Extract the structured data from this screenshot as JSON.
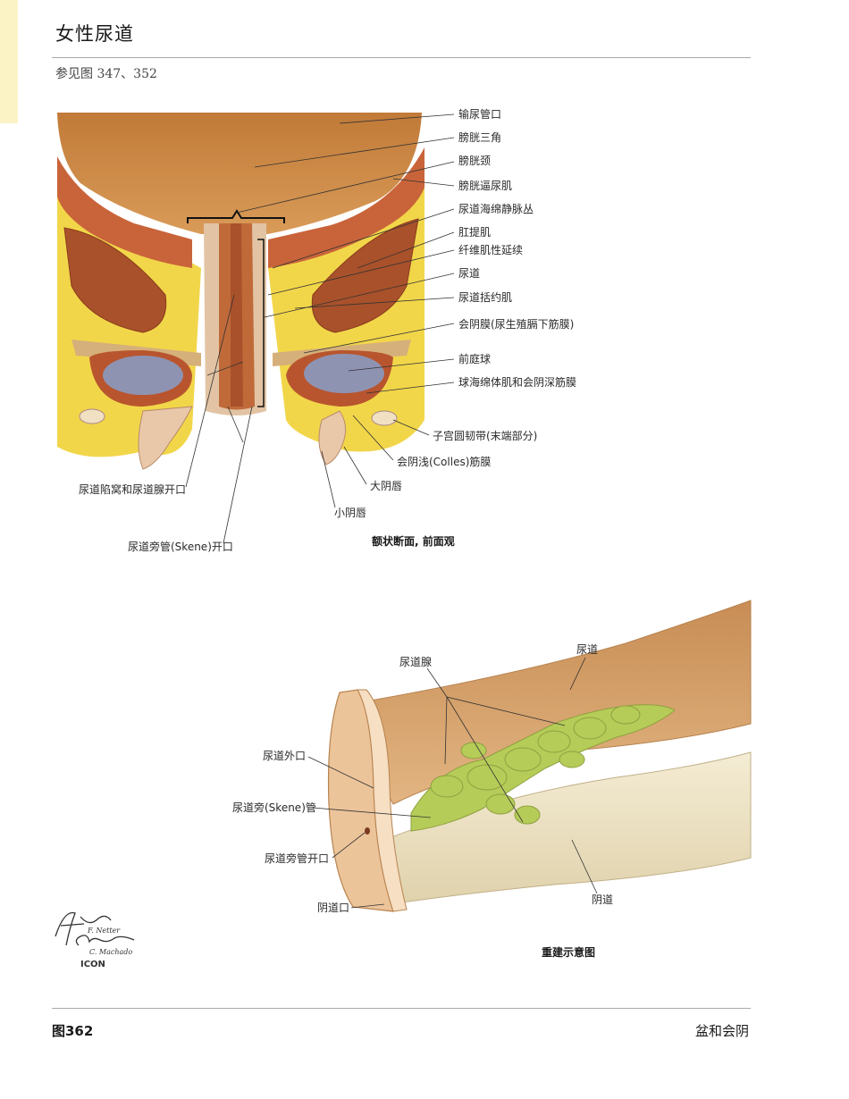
{
  "page": {
    "title": "女性尿道",
    "see_also": "参见图 347、352",
    "figure_number": "图362",
    "section": "盆和会阴"
  },
  "top_figure": {
    "caption": "额状断面, 前面观",
    "labels_right": [
      "输尿管口",
      "膀胱三角",
      "膀胱颈",
      "膀胱逼尿肌",
      "尿道海绵静脉丛",
      "肛提肌",
      "纤维肌性延续",
      "尿道",
      "尿道括约肌",
      "会阴膜(尿生殖膈下筋膜)",
      "前庭球",
      "球海绵体肌和会阴深筋膜",
      "子宫圆韧带(末端部分)",
      "会阴浅(Colles)筋膜",
      "大阴唇",
      "小阴唇"
    ],
    "labels_left": [
      "尿道陷窝和尿道腺开口",
      "尿道旁管(Skene)开口"
    ]
  },
  "bottom_figure": {
    "caption": "重建示意图",
    "labels": [
      "尿道腺",
      "尿道",
      "尿道外口",
      "尿道旁(Skene)管",
      "尿道旁管开口",
      "阴道口",
      "阴道"
    ]
  },
  "signature": {
    "line1": "F. Netter",
    "line2": "C. Machado",
    "line3": "ICON"
  },
  "colors": {
    "bladder": "#c98a45",
    "muscle": "#b8552e",
    "fat": "#f2d64a",
    "bulb": "#8f93b2",
    "glands": "#b6cc58",
    "urethra_tube": "#d7a36c",
    "vagina_tube": "#ece2c6",
    "tab": "#fbf3c6"
  }
}
